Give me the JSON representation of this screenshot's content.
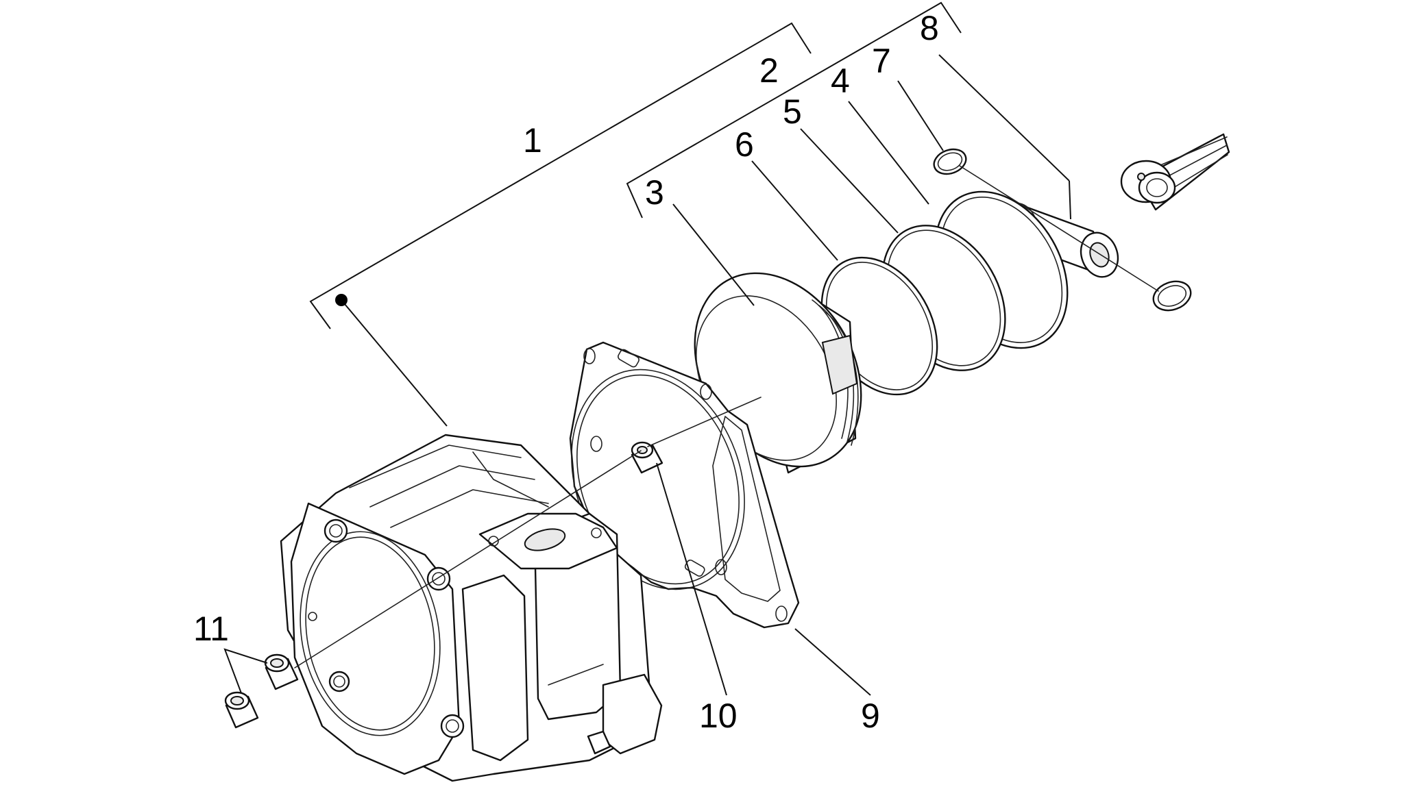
{
  "diagram": {
    "callouts": [
      {
        "id": "1",
        "label": "1"
      },
      {
        "id": "2",
        "label": "2"
      },
      {
        "id": "3",
        "label": "3"
      },
      {
        "id": "4",
        "label": "4"
      },
      {
        "id": "5",
        "label": "5"
      },
      {
        "id": "6",
        "label": "6"
      },
      {
        "id": "7",
        "label": "7"
      },
      {
        "id": "8",
        "label": "8"
      },
      {
        "id": "9",
        "label": "9"
      },
      {
        "id": "10",
        "label": "10"
      },
      {
        "id": "11",
        "label": "11"
      }
    ],
    "colors": {
      "line": "#111111",
      "background": "#ffffff",
      "shade": "#e9e9e9"
    },
    "parts": [
      "cylinder-block",
      "piston",
      "piston-ring-top",
      "piston-ring-middle",
      "piston-ring-oil",
      "circlip",
      "piston-pin",
      "base-gasket",
      "dowel-pin",
      "bushing",
      "connecting-rod"
    ]
  }
}
